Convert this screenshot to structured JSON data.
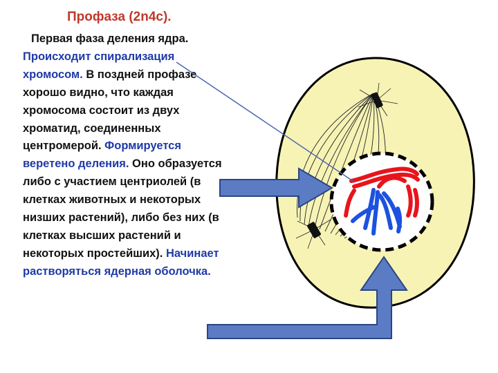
{
  "title": "Профаза (2n4c).",
  "paragraph": {
    "line1": "Первая фаза деления ядра.",
    "spiral_hl": "Происходит спирализация хромосом.",
    "spiral_rest": " В поздней профазе хорошо видно, что каждая хромосома состоит из двух хроматид, соединенных центромерой.",
    "spindle_hl": "Формируется веретено деления.",
    "spindle_rest": " Оно образуется либо с участием центриолей (в клетках животных и некоторых низших растений), либо без них (в клетках высших растений и некоторых простейших).",
    "membrane_hl": "Начинает растворяться ядерная оболочка."
  },
  "colors": {
    "cytoplasm": "#f7f3b5",
    "chromosome_red": "#e8141c",
    "chromosome_blue": "#1d52e0",
    "arrow_fill": "#5b7cc4",
    "arrow_stroke": "#2a4583",
    "pointer_line": "#4a68b0",
    "highlight_text": "#1f3aa8",
    "title_text": "#c0392b"
  }
}
